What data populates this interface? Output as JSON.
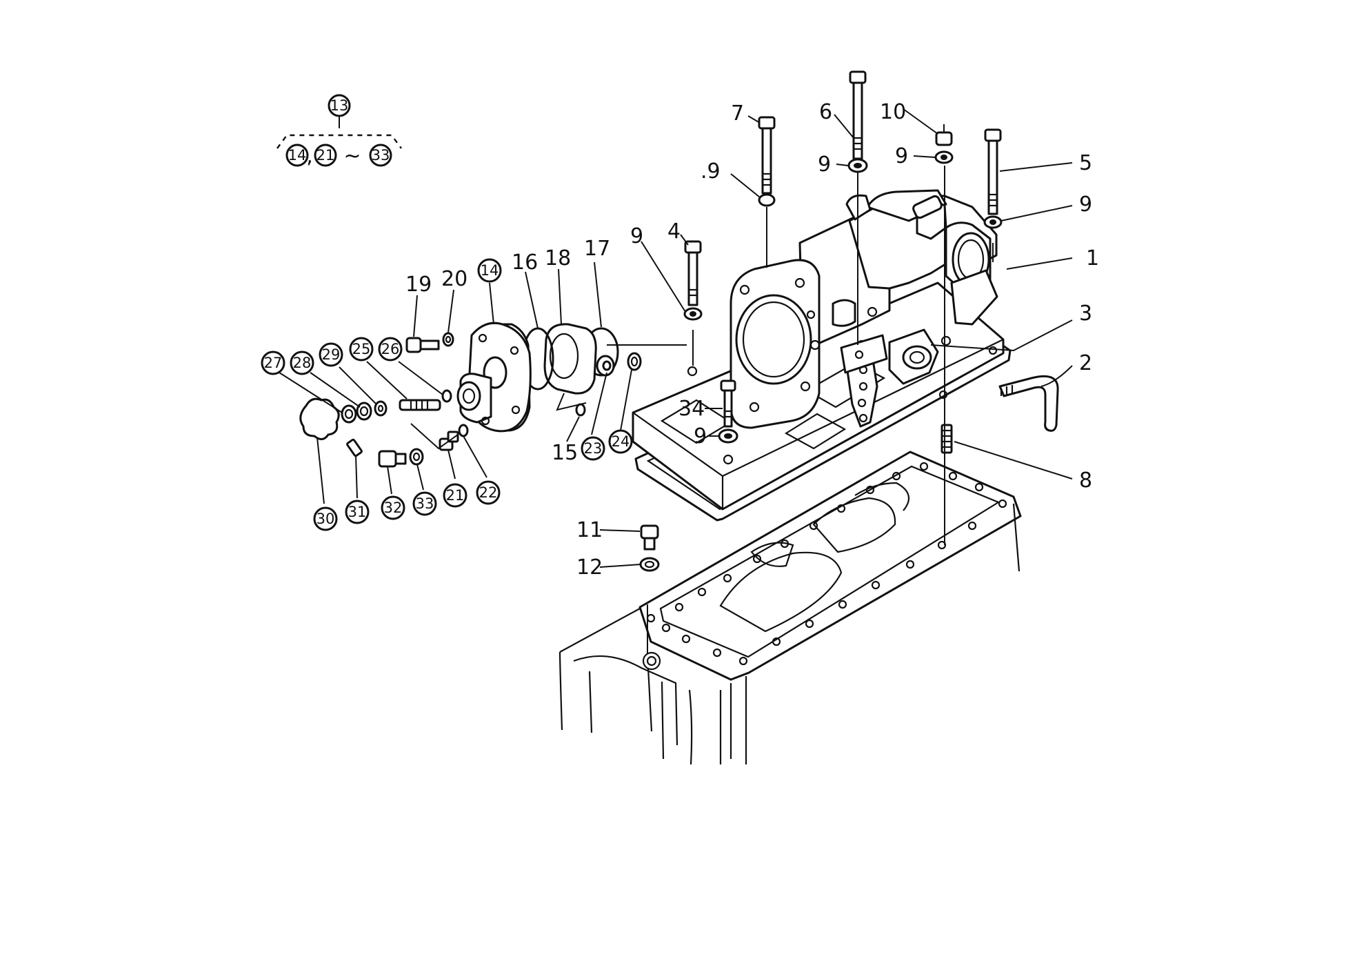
{
  "group_note": {
    "assembly": "13",
    "components": [
      "14",
      ",",
      "21",
      "~",
      "33"
    ]
  },
  "callouts": {
    "c1": "1",
    "c2": "2",
    "c3": "3",
    "c4": "4",
    "c5": "5",
    "c6": "6",
    "c7": "7",
    "c8": "8",
    "c9a": ".9",
    "c9b": "9",
    "c9c": "9",
    "c9d": "9",
    "c9e": "9",
    "c9f": "9",
    "c10": "10",
    "c11": "11",
    "c12": "12",
    "c15": "15",
    "c16": "16",
    "c17": "17",
    "c18": "18",
    "c19": "19",
    "c20": "20",
    "c34": "34"
  },
  "circled_callouts": {
    "c14": "14",
    "c21": "21",
    "c22": "22",
    "c23": "23",
    "c24": "24",
    "c25": "25",
    "c26": "26",
    "c27": "27",
    "c28": "28",
    "c29": "29",
    "c30": "30",
    "c31": "31",
    "c32": "32",
    "c33": "33"
  }
}
